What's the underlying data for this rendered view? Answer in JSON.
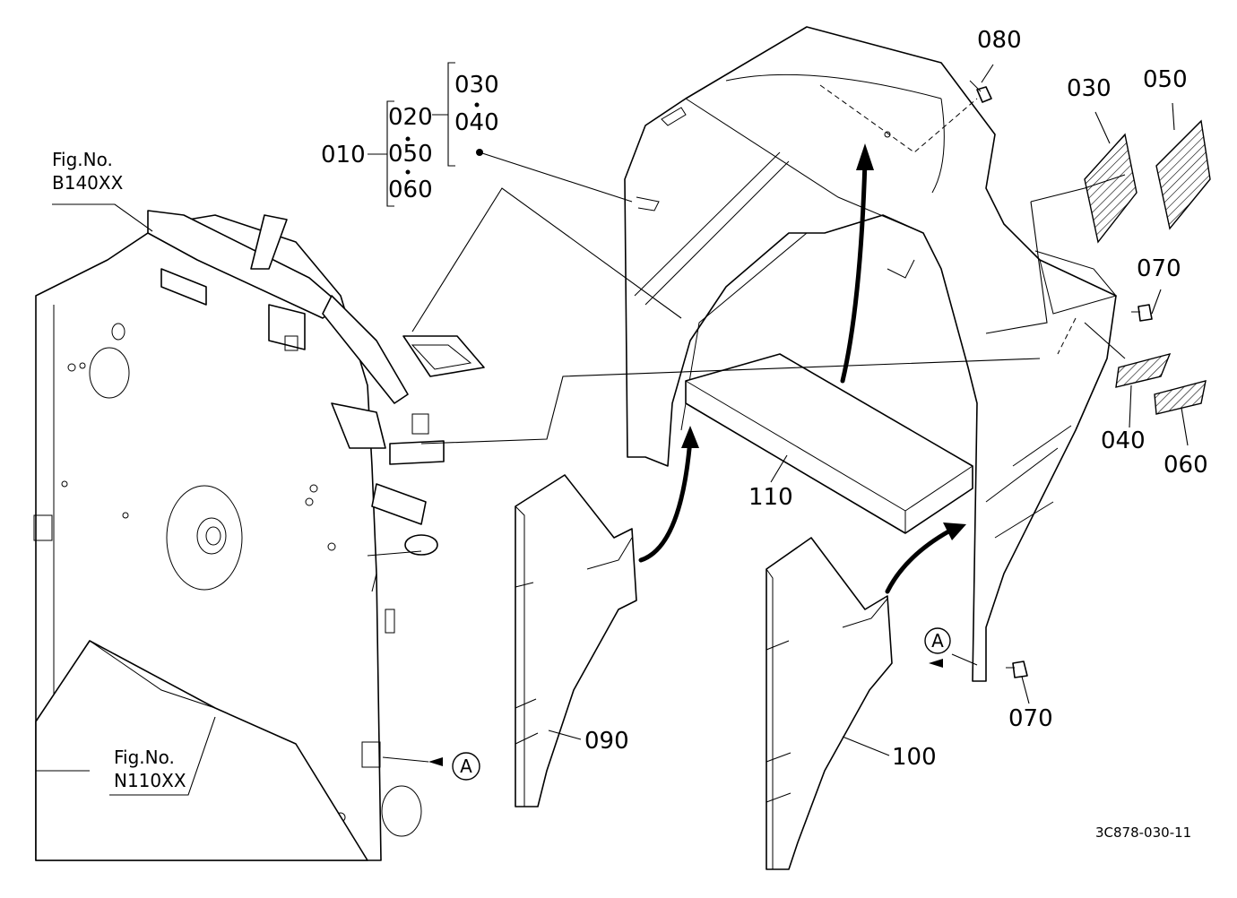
{
  "diagram": {
    "drawing_code": "3C878-030-11",
    "fig_refs": [
      {
        "id": "fig-b140",
        "line1": "Fig.No.",
        "line2": "B140XX"
      },
      {
        "id": "fig-n110",
        "line1": "Fig.No.",
        "line2": "N110XX"
      }
    ],
    "group_labels": {
      "g010": "010",
      "g020": "020",
      "g050": "050",
      "g060": "060",
      "g030": "030",
      "g040": "040"
    },
    "part_labels": {
      "p030": "030",
      "p050": "050",
      "p080": "080",
      "p070a": "070",
      "p070b": "070",
      "p040": "040",
      "p060": "060",
      "p110": "110",
      "p090": "090",
      "p100": "100"
    },
    "view_markers": {
      "a1": "A",
      "a2": "A"
    }
  }
}
